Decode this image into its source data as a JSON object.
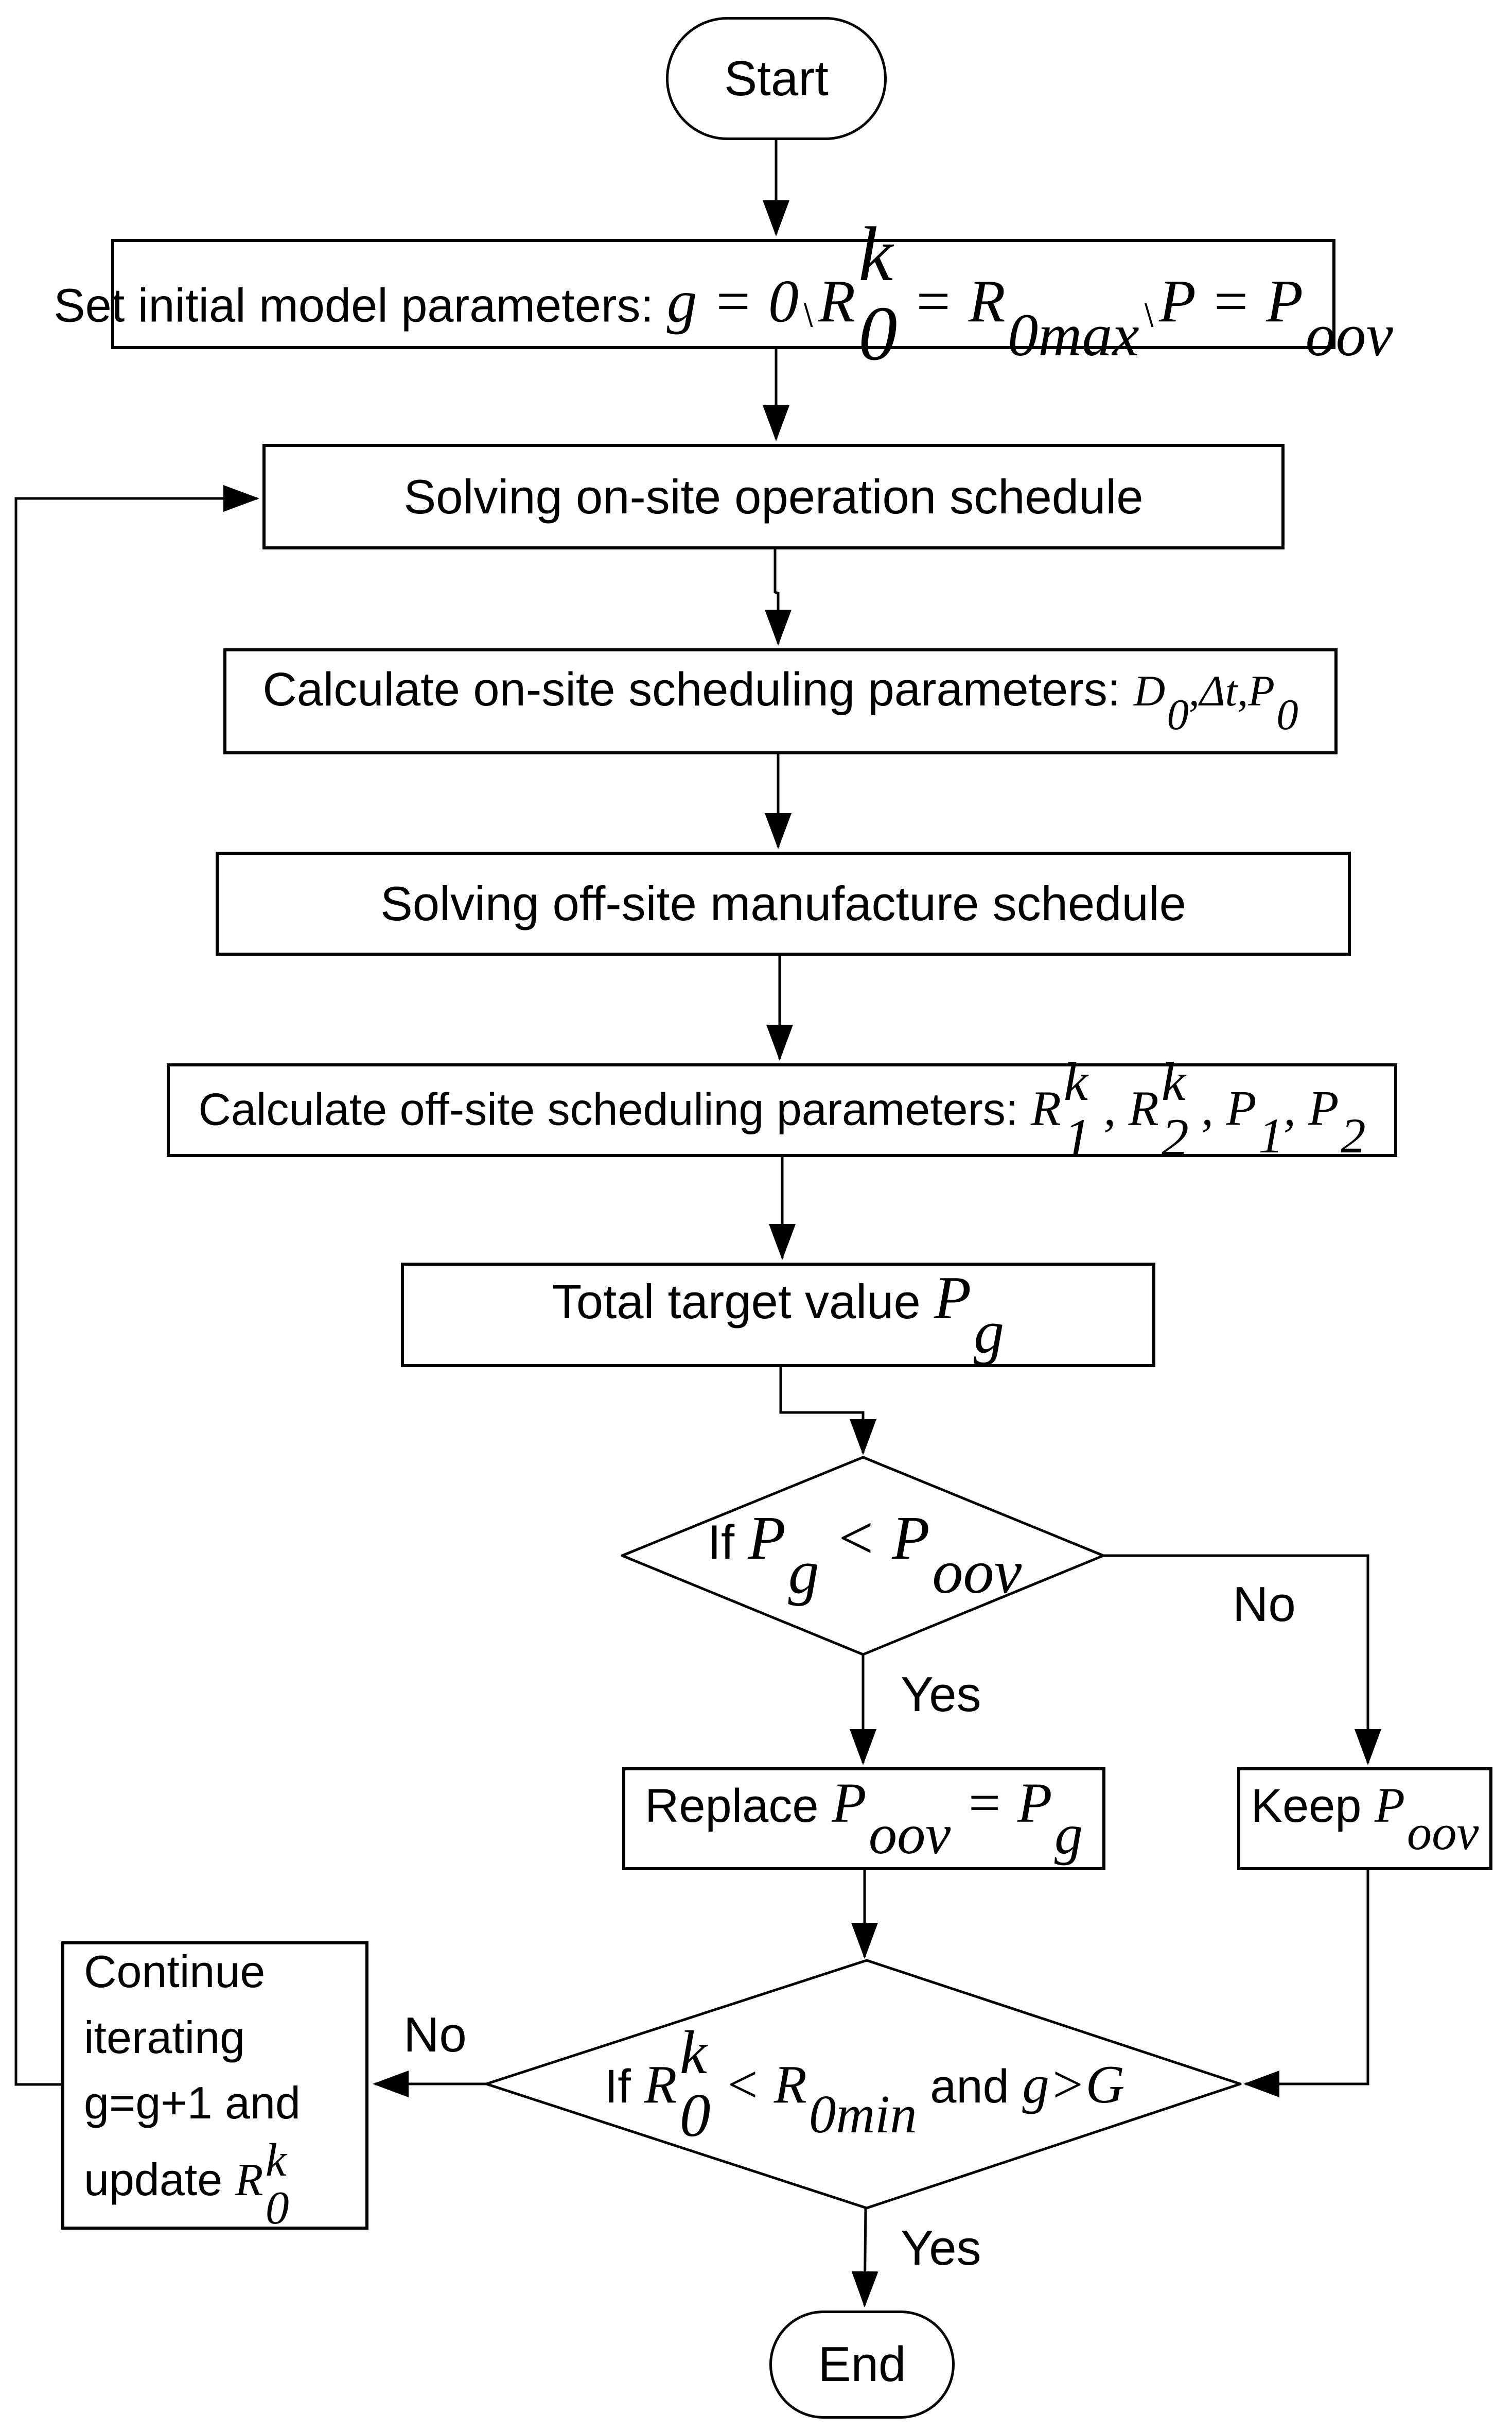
{
  "figure": {
    "background": "#ffffff",
    "line_color": "#000000"
  },
  "nodes": {
    "start": {
      "label": "Start"
    },
    "end": {
      "label": "End"
    },
    "init": {
      "content": [
        {
          "t": "Set initial model parameters:  ",
          "f": "sans"
        },
        {
          "t": "g = 0"
        },
        {
          "dun": 1,
          "char": "、"
        },
        {
          "b": "R",
          "sup": "k",
          "sub": "0"
        },
        {
          "t": " = "
        },
        {
          "b": "R",
          "sub": "0max"
        },
        {
          "dun": 1,
          "char": "、"
        },
        {
          "b": "P"
        },
        {
          "t": " = "
        },
        {
          "b": "P",
          "sub": "oov"
        }
      ]
    },
    "solve_onsite": {
      "label": "Solving on-site operation schedule"
    },
    "calc_onsite": {
      "content": [
        {
          "t": "Calculate on-site scheduling parameters:   ",
          "f": "sans"
        },
        {
          "b": "D",
          "sub": "0"
        },
        {
          "t": ","
        },
        {
          "t": "Δt"
        },
        {
          "t": ","
        },
        {
          "b": "P",
          "sub": "0"
        }
      ]
    },
    "solve_offsite": {
      "label": "Solving off-site manufacture schedule"
    },
    "calc_offsite": {
      "content": [
        {
          "t": "Calculate off-site scheduling parameters: ",
          "f": "sans"
        },
        {
          "b": "R",
          "sup": "k",
          "sub": "1"
        },
        {
          "t": " , "
        },
        {
          "b": "R",
          "sup": "k",
          "sub": "2"
        },
        {
          "t": " , "
        },
        {
          "b": "P",
          "sub": "1"
        },
        {
          "t": ", "
        },
        {
          "b": "P",
          "sub": "2"
        }
      ]
    },
    "total_target": {
      "content": [
        {
          "t": "Total target value   ",
          "f": "sans"
        },
        {
          "b": "P",
          "sub": "g"
        }
      ]
    },
    "decision_top": {
      "content": [
        {
          "t": "If    ",
          "f": "sans"
        },
        {
          "b": "P",
          "sub": "g"
        },
        {
          "t": " < "
        },
        {
          "b": "P",
          "sub": "oov"
        }
      ]
    },
    "replace": {
      "content": [
        {
          "t": "Replace    ",
          "f": "sans"
        },
        {
          "b": "P",
          "sub": "oov"
        },
        {
          "t": " = "
        },
        {
          "b": "P",
          "sub": "g"
        }
      ]
    },
    "keep": {
      "content": [
        {
          "t": "Keep ",
          "f": "sans"
        },
        {
          "b": "P",
          "sub": "oov"
        }
      ]
    },
    "decision_bottom": {
      "content": [
        {
          "t": "If ",
          "f": "sans"
        },
        {
          "b": "R",
          "sup": "k",
          "sub": "0"
        },
        {
          "t": " < "
        },
        {
          "b": "R",
          "sub": "0min"
        },
        {
          "t": "  and  ",
          "f": "sans"
        },
        {
          "t": "g>G"
        }
      ]
    },
    "continue": {
      "content": [
        {
          "t": "Continue",
          "f": "sans"
        },
        {
          "br": 1
        },
        {
          "t": "iterating",
          "f": "sans"
        },
        {
          "br": 1
        },
        {
          "t": "g=g+1 and",
          "f": "sans"
        },
        {
          "br": 1
        },
        {
          "t": "update  ",
          "f": "sans"
        },
        {
          "b": "R",
          "sup": "k",
          "sub": "0"
        }
      ]
    }
  },
  "labels": {
    "yes_top": "Yes",
    "no_top": "No",
    "no_bottom": "No",
    "yes_bottom": "Yes"
  }
}
